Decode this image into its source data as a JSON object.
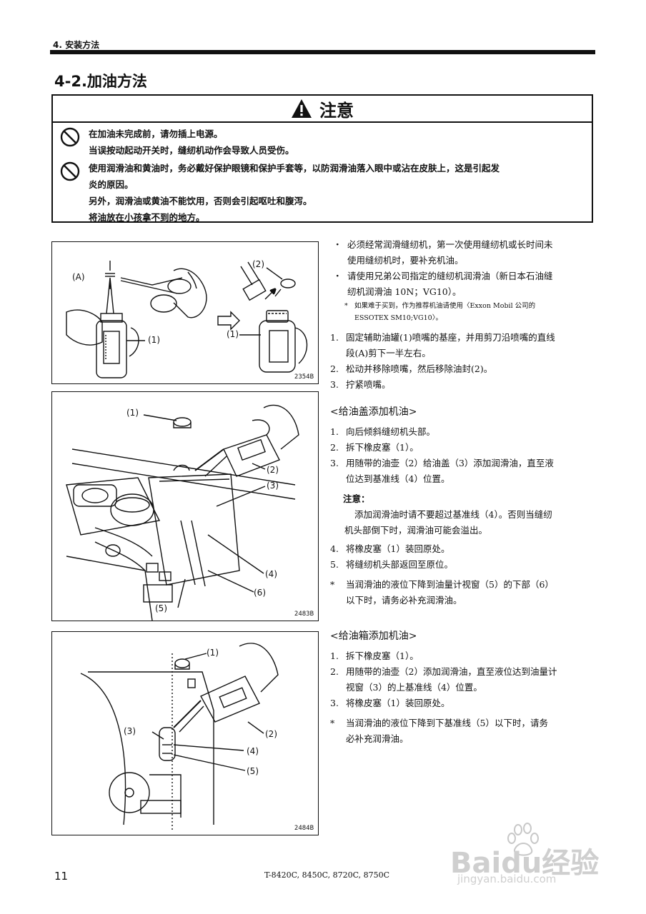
{
  "header": {
    "chapter": "4. 安装方法"
  },
  "section_title": "4-2.加油方法",
  "warning": {
    "title": "注意",
    "items": [
      {
        "lines": [
          "在加油未完成前，请勿插上电源。",
          "当误按动起动开关时，缝纫机动作会导致人员受伤。"
        ]
      },
      {
        "lines": [
          "使用润滑油和黄油时，务必戴好保护眼镜和保护手套等，以防润滑油落入眼中或沾在皮肤上，这是引起发",
          "炎的原因。",
          "另外，润滑油或黄油不能饮用，否则会引起呕吐和腹泻。",
          "将油放在小孩拿不到的地方。"
        ]
      }
    ]
  },
  "figures": [
    {
      "code": "2354B",
      "labels": {
        "a": "(A)",
        "l1": "(1)",
        "l2": "(2)",
        "l1b": "(1)"
      }
    },
    {
      "code": "2483B",
      "labels": {
        "l1": "(1)",
        "l2": "(2)",
        "l3": "(3)",
        "l4": "(4)",
        "l5": "(5)",
        "l6": "(6)"
      }
    },
    {
      "code": "2484B",
      "labels": {
        "l1": "(1)",
        "l2": "(2)",
        "l3": "(3)",
        "l4": "(4)",
        "l5": "(5)"
      }
    }
  ],
  "intro": {
    "bullets": [
      [
        "必须经常润滑缝纫机，第一次使用缝纫机或长时间未",
        "使用缝纫机时，要补充机油。"
      ],
      [
        "请使用兄弟公司指定的缝纫机润滑油（新日本石油缝",
        "纫机润滑油 10N；VG10）。"
      ]
    ],
    "footnote": [
      "如果难于买到，作为推荐机油请使用〈Exxon Mobil 公司的",
      "ESSOTEX SM10;VG10〉。"
    ],
    "steps": [
      [
        "固定辅助油罐(1)喷嘴的基座，并用剪刀沿喷嘴的直线",
        "段(A)剪下一半左右。"
      ],
      [
        "松动并移除喷嘴，然后移除油封(2)。"
      ],
      [
        "拧紧喷嘴。"
      ]
    ]
  },
  "cap_section": {
    "title": "<给油盖添加机油>",
    "steps": [
      [
        "向后倾斜缝纫机头部。"
      ],
      [
        "拆下橡皮塞（1）。"
      ],
      [
        "用随带的油壶（2）给油盖（3）添加润滑油，直至液",
        "位达到基准线（4）位置。"
      ]
    ],
    "note_title": "注意：",
    "note_lines": [
      "添加润滑油时请不要超过基准线（4）。否则当缝纫",
      "机头部倒下时，润滑油可能会溢出。"
    ],
    "steps2": [
      [
        "将橡皮塞（1）装回原处。"
      ],
      [
        "将缝纫机头部返回至原位。"
      ]
    ],
    "star": [
      "当润滑油的液位下降到油量计视窗（5）的下部（6）",
      "以下时，请务必补充润滑油。"
    ]
  },
  "tank_section": {
    "title": "<给油箱添加机油>",
    "steps": [
      [
        "拆下橡皮塞（1）。"
      ],
      [
        "用随带的油壶（2）添加润滑油，直至液位达到油量计",
        "视窗（3）的上基准线（4）位置。"
      ],
      [
        "将橡皮塞（1）装回原处。"
      ]
    ],
    "star": [
      "当润滑油的液位下降到下基准线（5）以下时，请务",
      "必补充润滑油。"
    ]
  },
  "footer": {
    "page": "11",
    "model": "T-8420C, 8450C, 8720C, 8750C"
  },
  "watermark": {
    "brand": "Baidu经验",
    "url": "jingyan.baidu.com"
  }
}
